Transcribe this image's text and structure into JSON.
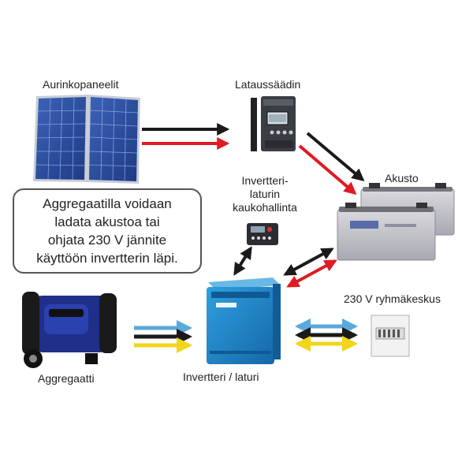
{
  "labels": {
    "solar": "Aurinkopaneelit",
    "controller": "Lataussäädin",
    "battery": "Akusto",
    "remote_line1": "Invertteri-",
    "remote_line2": "laturin",
    "remote_line3": "kaukohallinta",
    "generator": "Aggregaatti",
    "inverter": "Invertteri / laturi",
    "distribution": "230 V ryhmäkeskus"
  },
  "note": {
    "line1": "Aggregaatilla voidaan",
    "line2": "ladata akustoa tai",
    "line3": "ohjata 230 V jännite",
    "line4": "käyttöön invertterin läpi."
  },
  "colors": {
    "arrow_black": "#1a1a1a",
    "arrow_red": "#e01b24",
    "arrow_blue": "#5aa9dc",
    "arrow_yellow": "#f2d51c",
    "panel_blue": "#2c4fa3",
    "inverter_blue": "#1e86c8",
    "generator_blue": "#1f2f8a"
  }
}
